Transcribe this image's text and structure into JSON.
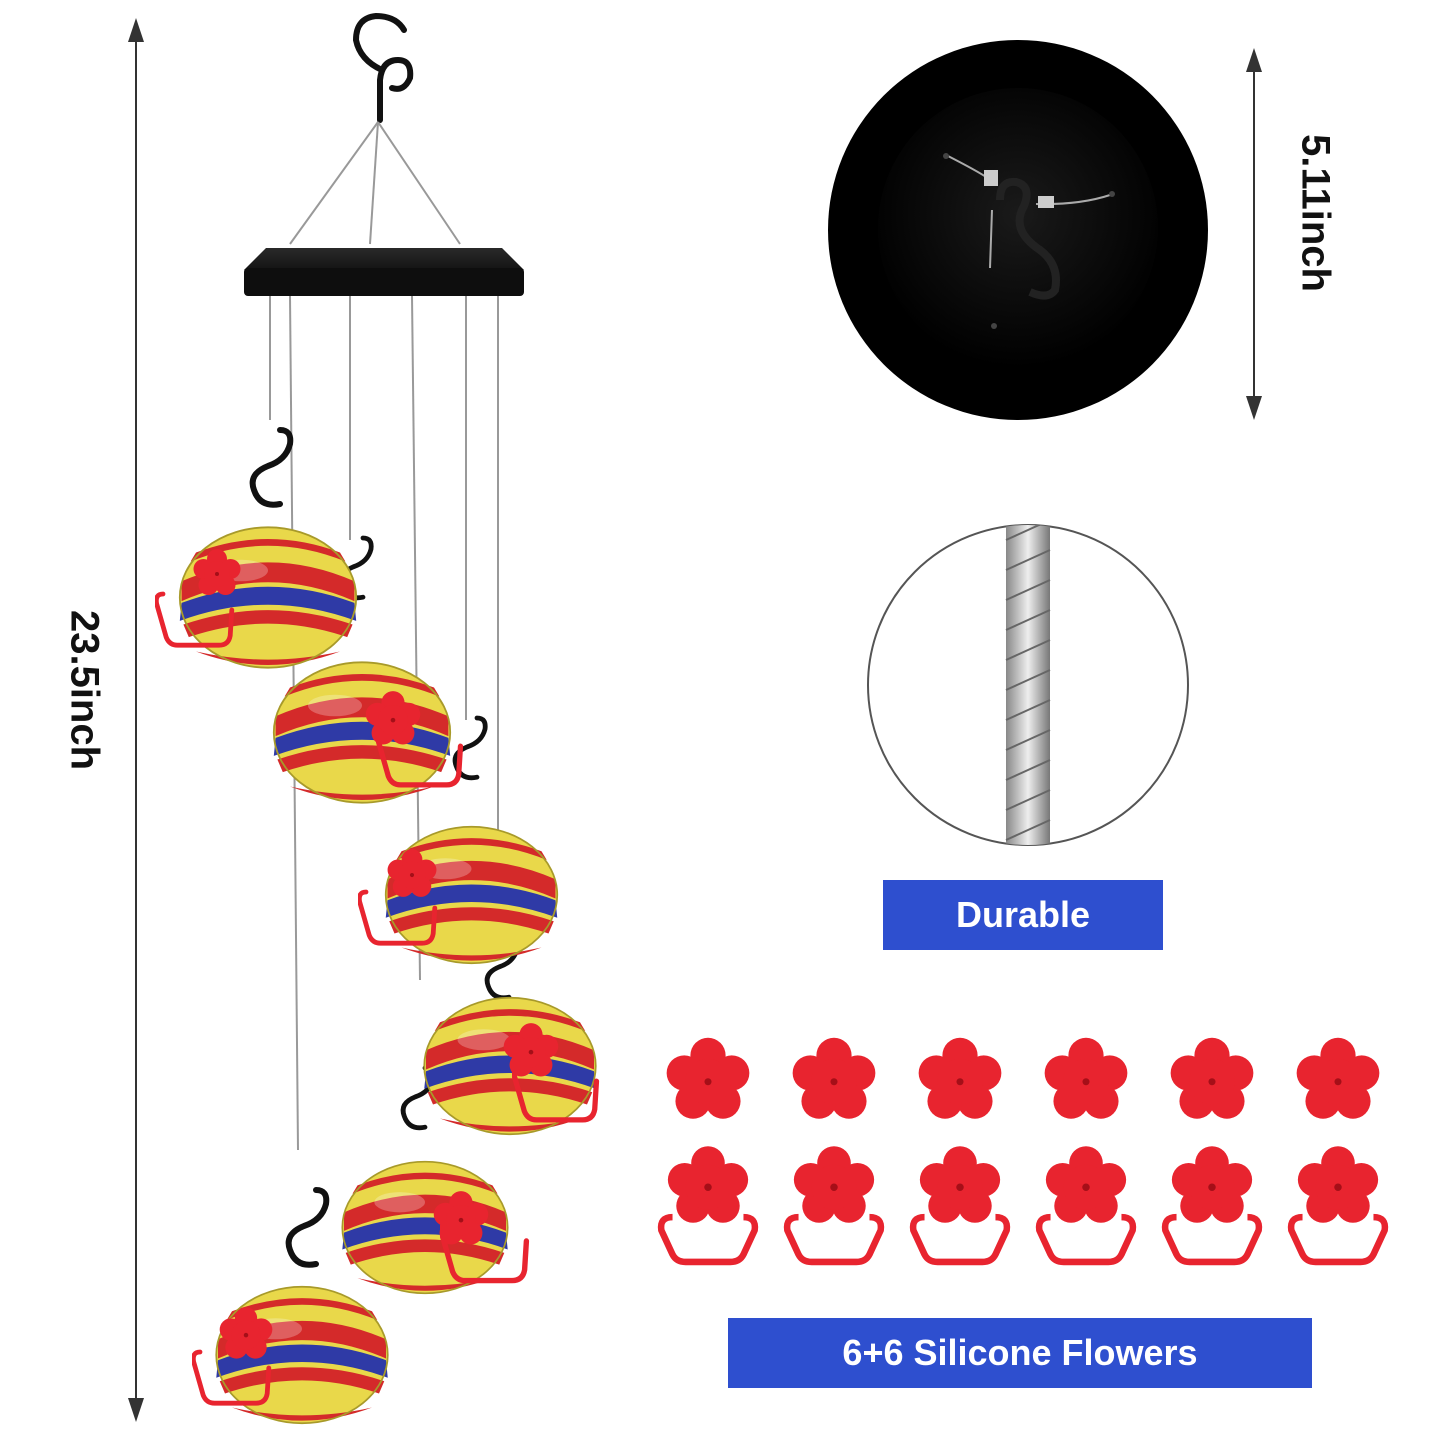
{
  "dimensions": {
    "height_label": "23.5inch",
    "top_diameter_label": "5.11inch"
  },
  "features": {
    "durable_label": "Durable",
    "flowers_label": "6+6 Silicone Flowers"
  },
  "colors": {
    "badge_blue": "#2e4fcf",
    "flower_red": "#e8242f",
    "top_black": "#111111",
    "glass_yellow": "#e9d84a",
    "glass_red": "#d42a2a",
    "glass_blue": "#2f3aa6"
  },
  "counts": {
    "feeders": 6,
    "flower_caps": 6,
    "flower_feeding_ports": 6
  }
}
